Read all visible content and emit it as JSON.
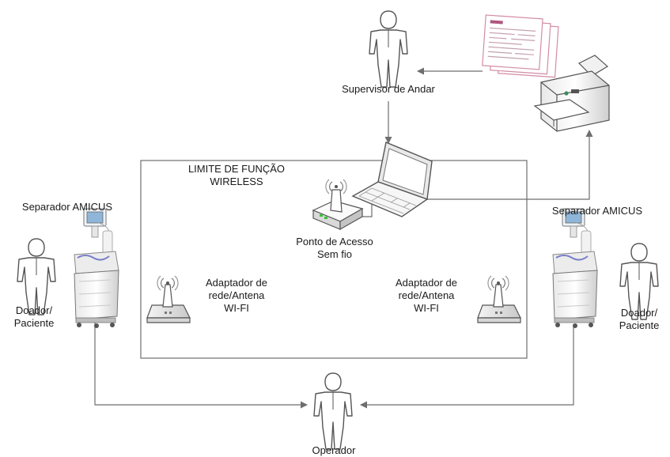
{
  "labels": {
    "supervisor": "Supervisor de Andar",
    "boundary_line1": "LIMITE DE FUNÇÃO",
    "boundary_line2": "WIRELESS",
    "access_point_line1": "Ponto de Acesso",
    "access_point_line2": "Sem fio",
    "separator_left": "Separador AMICUS",
    "separator_right": "Separador AMICUS",
    "adapter_left_line1": "Adaptador de",
    "adapter_left_line2": "rede/Antena",
    "adapter_left_line3": "WI-FI",
    "adapter_right_line1": "Adaptador de",
    "adapter_right_line2": "rede/Antena",
    "adapter_right_line3": "WI-FI",
    "donor_left_line1": "Doador/",
    "donor_left_line2": "Paciente",
    "donor_right_line1": "Doador/",
    "donor_right_line2": "Paciente",
    "operator": "Operador"
  },
  "colors": {
    "line": "#6e6e6e",
    "person_stroke": "#555555",
    "report_border": "#d28ca6",
    "screen_blue": "#8fb6d8"
  }
}
